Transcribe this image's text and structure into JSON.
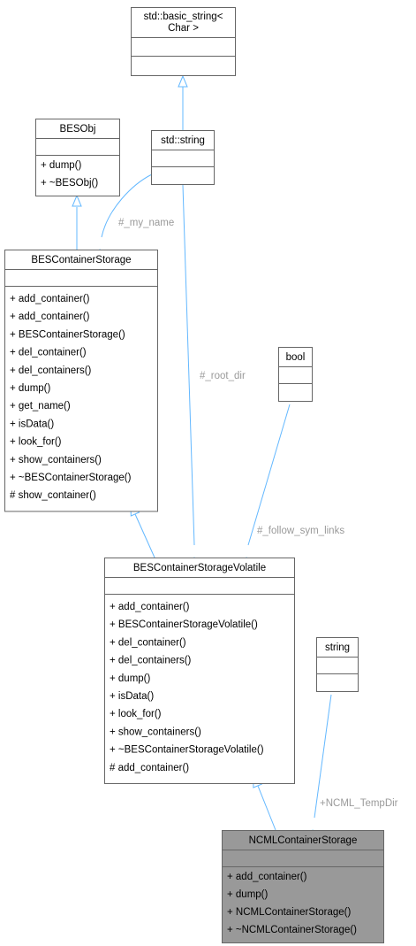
{
  "classes": {
    "basic_string": {
      "title_lines": [
        "std::basic_string<",
        "Char >"
      ],
      "members": []
    },
    "std_string": {
      "title_lines": [
        "std::string"
      ],
      "members": []
    },
    "besobj": {
      "title_lines": [
        "BESObj"
      ],
      "members": [
        "+ dump()",
        "+ ~BESObj()"
      ]
    },
    "bes_container_storage": {
      "title_lines": [
        "BESContainerStorage"
      ],
      "members": [
        "+ add_container()",
        "+ add_container()",
        "+ BESContainerStorage()",
        "+ del_container()",
        "+ del_containers()",
        "+ dump()",
        "+ get_name()",
        "+ isData()",
        "+ look_for()",
        "+ show_containers()",
        "+ ~BESContainerStorage()",
        "# show_container()"
      ]
    },
    "bool": {
      "title_lines": [
        "bool"
      ],
      "members": []
    },
    "bes_container_storage_volatile": {
      "title_lines": [
        "BESContainerStorageVolatile"
      ],
      "members": [
        "+ add_container()",
        "+ BESContainerStorageVolatile()",
        "+ del_container()",
        "+ del_containers()",
        "+ dump()",
        "+ isData()",
        "+ look_for()",
        "+ show_containers()",
        "+ ~BESContainerStorageVolatile()",
        "# add_container()"
      ]
    },
    "string": {
      "title_lines": [
        "string"
      ],
      "members": []
    },
    "ncml_container_storage": {
      "title_lines": [
        "NCMLContainerStorage"
      ],
      "members": [
        "+ add_container()",
        "+ dump()",
        "+ NCMLContainerStorage()",
        "+ ~NCMLContainerStorage()"
      ]
    }
  },
  "edge_labels": {
    "my_name": "#_my_name",
    "root_dir": "#_root_dir",
    "follow_sym_links": "#_follow_sym_links",
    "temp_dir": "+NCML_TempDir"
  },
  "colors": {
    "edge": "#63b8ff",
    "box_border": "#666666",
    "highlight_fill": "#999999",
    "label": "#9a9a9a"
  }
}
